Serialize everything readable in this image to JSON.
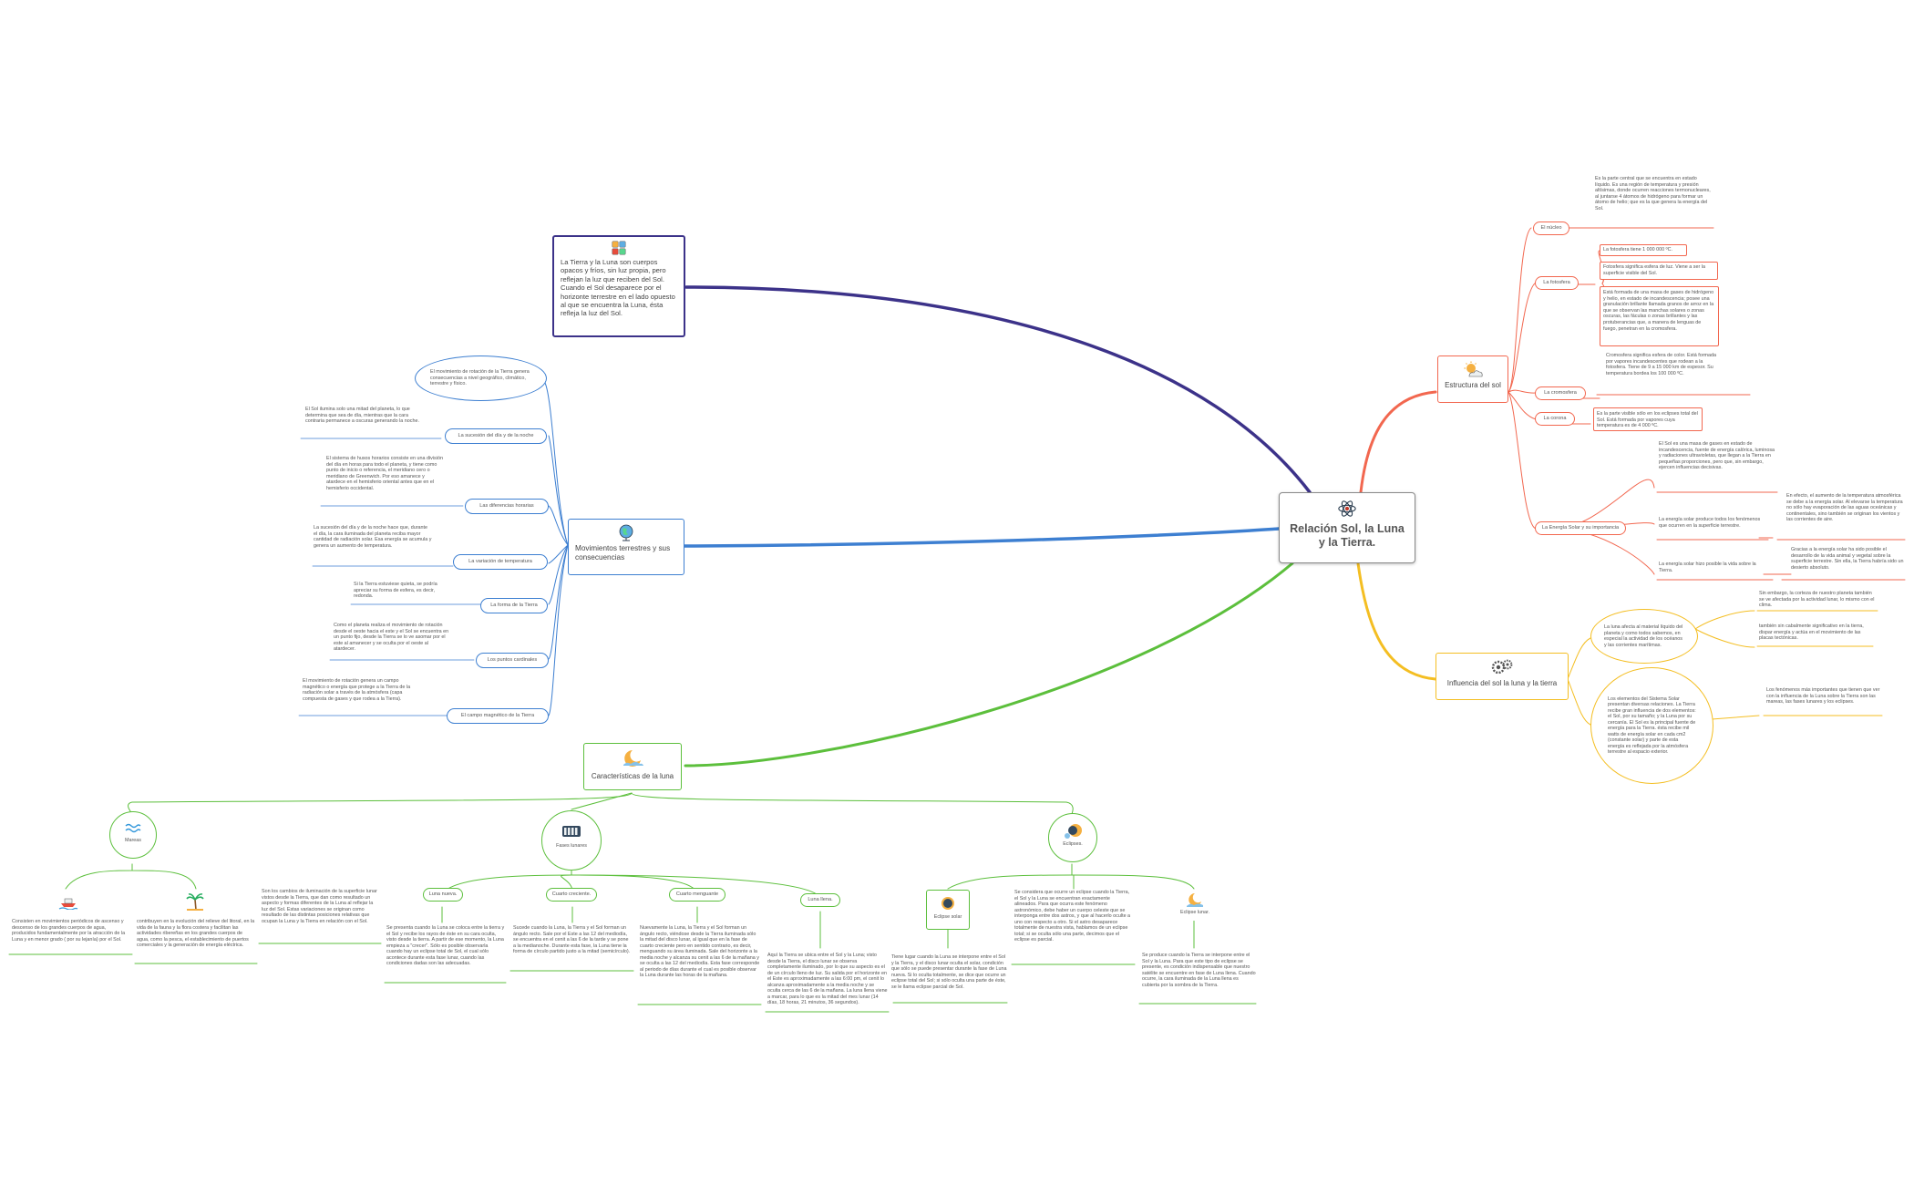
{
  "colors": {
    "purple": "#3c3289",
    "blue": "#3d7fd1",
    "green": "#5cbf3c",
    "red": "#f2674f",
    "yellow": "#f4be22"
  },
  "center": {
    "title": "Relación Sol, la Luna y la Tierra.",
    "icon": "atom-icon"
  },
  "note": {
    "text": "La Tierra y la Luna son cuerpos opacos y fríos, sin luz propia, pero reflejan la luz que reciben del Sol. Cuando el Sol desaparece por el horizonte terrestre en el lado opuesto al que se encuentra la Luna, ésta refleja la luz del Sol.",
    "icon": "palette-icon"
  },
  "movimientos": {
    "title": "Movimientos terrestres y sus consecuencias",
    "icon": "globe-icon",
    "intro": "El movimiento de rotación de la Tierra genera consecuencias a nivel geográfico, climático, terrestre y físico.",
    "items": [
      {
        "label": "La sucesión del día y de la noche",
        "desc": "El Sol ilumina solo una mitad del planeta, lo que determina que sea de día, mientras que la cara contraria permanece a oscuras generando la noche."
      },
      {
        "label": "Las diferencias horarias",
        "desc": "El sistema de husos horarios consiste en una división del día en horas para todo el planeta, y tiene como punto de inicio o referencia, el meridiano cero o meridiano de Greenwich. Por eso amanece y atardece en el hemisferio oriental antes que en el hemisferio occidental."
      },
      {
        "label": "La variación de temperatura",
        "desc": "La sucesión del día y de la noche hace que, durante el día, la cara iluminada del planeta reciba mayor cantidad de radiación solar. Esa energía se acumula y genera un aumento de temperatura."
      },
      {
        "label": "La forma de la Tierra",
        "desc": "Si la Tierra estuviese quieta, se podría apreciar su forma de esfera, es decir, redonda."
      },
      {
        "label": "Los puntos cardinales",
        "desc": "Como el planeta realiza el movimiento de rotación desde el oeste hacia el este y el Sol se encuentra en un punto fijo, desde la Tierra se lo ve asomar por el este al amanecer y se oculta por el oeste al atardecer."
      },
      {
        "label": "El campo magnético de la Tierra",
        "desc": "El movimiento de rotación genera un campo magnético o energía que protege a la Tierra de la radiación solar a través de la atmósfera (capa compuesta de gases y que rodea a la Tierra)."
      }
    ]
  },
  "luna": {
    "title": "Características de la luna",
    "icon": "moon-icon",
    "mareas": {
      "label": "Mareas",
      "icon": "waves-icon",
      "children": [
        {
          "icon": "boat-icon",
          "text": "Consisten en movimientos periódicos de ascenso y descenso de los grandes cuerpos de agua, producidos fundamentalmente por la atracción de la Luna y en menor grado ( por su lejanía) por el Sol."
        },
        {
          "icon": "palm-tree-icon",
          "text": "contribuyen en la evolución del relieve del litoral, en la vida de la fauna y la flora costera y facilitan las actividades ribereñas en los grandes cuerpos de agua, como la pesca, el establecimiento de puertos comerciales y la generación de energía eléctrica."
        }
      ]
    },
    "fases": {
      "label": "Fases lunares",
      "icon": "phases-icon",
      "intro": "Son los cambios de iluminación de la superficie lunar vistos desde la Tierra, que dan como resultado un aspecto y formas diferentes de la Luna al reflejar la luz del Sol. Estas variaciones se originan como resultado de las distintas posiciones relativas que ocupan la Luna y la Tierra en relación con el Sol.",
      "children": [
        {
          "label": "Luna nueva.",
          "text": "Se presenta cuando la Luna se coloca entre la tierra y el Sol y recibe los rayos de éste en su cara oculta, visto desde la tierra. A partir de ese momento, la Luna empieza a \"crecer\". Sólo es posible observarla cuando hay un eclipse total de Sol, el cual sólo acontece durante esta fase lunar, cuando las condiciones dadas son las adecuadas."
        },
        {
          "label": "Cuarto creciente.",
          "text": "Sucede cuando la Luna, la Tierra y el Sol forman un ángulo recto. Sale por el Este a las 12 del mediodía, se encuentra en el cenit a las 6 de la tarde y se pone a la medianoche. Durante esta fase, la Luna tiene la forma de círculo partido justo a la mitad (semicírculo)."
        },
        {
          "label": "Cuarto menguante",
          "text": "Nuevamente la Luna, la Tierra y el Sol forman un ángulo recto, viéndose desde la Tierra iluminada sólo la mitad del disco lunar, al igual que en la fase de cuarto creciente pero en sentido contrario, es decir, menguando su área iluminada. Sale del horizonte a la media noche y alcanza su cenit a las 6 de la mañana y se oculta a las 12 del mediodía. Esta fase corresponde al periodo de días durante el cual es posible observar la Luna durante las horas de la mañana."
        },
        {
          "label": "Luna llena.",
          "text": "Aquí la Tierra se ubica entre el Sol y la Luna; visto desde la Tierra, el disco lunar se observa completamente iluminado, por lo que su aspecto es el de un círculo lleno de luz. Su salida por el horizonte en el Este es aproximadamente a las 6:00 pm, el cenit lo alcanza aproximadamente a la media noche y se oculta cerca de las 6 de la mañana. La luna llena viene a marcar, para lo que es la mitad del mes lunar (14 días, 18 horas, 21 minutos, 36 segundos)."
        }
      ]
    },
    "eclipses": {
      "label": "Eclipses.",
      "icon": "eclipse-icon",
      "intro": "Se considera que ocurre un eclipse cuando la Tierra, el Sol y la Luna se encuentran exactamente alineados. Para que ocurra este fenómeno astronómico, debe haber un cuerpo celeste que se interponga entre dos astros, y que al hacerlo oculte a uno con respecto a otro. Si el astro desaparece totalmente de nuestra vista, hablamos de un eclipse total; si se oculta sólo una parte, decimos que el eclipse es parcial.",
      "children": [
        {
          "label": "Eclipse solar",
          "icon": "solar-eclipse-icon",
          "text": "Tiene lugar cuando la Luna se interpone entre el Sol y la Tierra, y el disco lunar oculta el solar, condición que sólo se puede presentar durante la fase de Luna nueva. Si lo oculta totalmente, se dice que ocurre un eclipse total del Sol; si sólo oculta una parte de éste, se le llama eclipse parcial de Sol."
        },
        {
          "label": "Eclipse lunar.",
          "icon": "lunar-eclipse-icon",
          "text": "Se produce cuando la Tierra se interpone entre el Sol y la Luna. Para que este tipo de eclipse se presente, es condición indispensable que nuestro satélite se encuentre en fase de Luna llena. Cuando ocurre, la cara iluminada de la Luna llena es cubierta por la sombra de la Tierra."
        }
      ]
    }
  },
  "sol": {
    "title": "Estructura del sol",
    "icon": "sun-cloud-icon",
    "nucleo": {
      "label": "El núcleo",
      "text": "Es la parte central que se encuentra en estado líquido. Es una región de temperatura y presión altísimas, donde ocurren reacciones termonucleares, al juntarse 4 átomos de hidrógeno para formar un átomo de helio; que es la que genera la energía del Sol."
    },
    "fotosfera": {
      "label": "La fotosfera",
      "children": [
        "La fotosfera tiene 1 000 000 ºC.",
        "Fotosfera significa esfera de luz. Viene a ser la superficie visible del Sol.",
        "Está formada de una masa de gases de hidrógeno y helio, en estado de incandescencia; posee una granulación brillante llamada granos de arroz en la que se observan las manchas solares o zonas oscuras, las fáculas o zonas brillantes y las protuberancias que, a manera de lenguas de fuego, penetran en la cromosfera."
      ]
    },
    "cromosfera": {
      "label": "La cromosfera",
      "text": "Cromosfera significa esfera de color. Está formada por vapores incandescentes que rodean a la fotosfera. Tiene de 9 a 15 000 km de espesor. Su temperatura bordea los 100 000 ºC."
    },
    "corona": {
      "label": "La corona",
      "text": "Es la parte visible sólo en los eclipses total del Sol. Está formada por vapores cuya temperatura es de 4 000 ºC."
    },
    "energia": {
      "label": "La Energía Solar y su importancia",
      "children": [
        {
          "text": "El Sol es una masa de gases en estado de incandescencia, fuente de energía calórica, luminosa y radiaciones ultravioletas, que llegan a la Tierra en pequeñas proporciones, pero que, sin embargo, ejercen influencias decisivas."
        },
        {
          "text": "La energía solar produce todos los fenómenos que ocurren en la superficie terrestre.",
          "sub": "En efecto, el aumento de la temperatura atmosférica se debe a la energía solar. Al elevarse la temperatura no sólo hay evaporación de las aguas oceánicas y continentales, sino también se originan los vientos y las corrientes de aire."
        },
        {
          "text": "La energía solar hizo posible la vida sobre la Tierra.",
          "sub": "Gracias a la energía solar ha sido posible el desarrollo de la vida animal y vegetal sobre la superficie terrestre. Sin ella, la Tierra habría sido un desierto absoluto."
        }
      ]
    }
  },
  "influencia": {
    "title": "Influencia del sol la luna y la tierra",
    "icon": "gears-icon",
    "children": [
      {
        "text": "La luna afecta al material líquido del planeta y como todos sabemos, en especial la actividad de los océanos y las corrientes marítimas.",
        "subs": [
          "Sin embargo, la corteza de nuestro planeta también se ve afectada por la actividad lunar, lo mismo con el clima.",
          "también sin cabalmente significativo en la tierra, dispar energía y actúa en el movimiento de las placas tectónicas."
        ]
      },
      {
        "text": "Los elementos del Sistema Solar presentan diversas relaciones. La Tierra recibe gran influencia de dos elementos: el Sol, por su tamaño; y la Luna por su cercanía. El Sol es la principal fuente de energía para la Tierra. ésta recibe mil watts de energía solar en cada cm2 (constante solar) y parte de esta energía es reflejada por la atmósfera terrestre al espacio exterior.",
        "subs": [
          "Los fenómenos más importantes que tienen que ver con la influencia de la Luna sobre la Tierra son las mareas, las fases lunares y los eclipses."
        ]
      }
    ]
  }
}
